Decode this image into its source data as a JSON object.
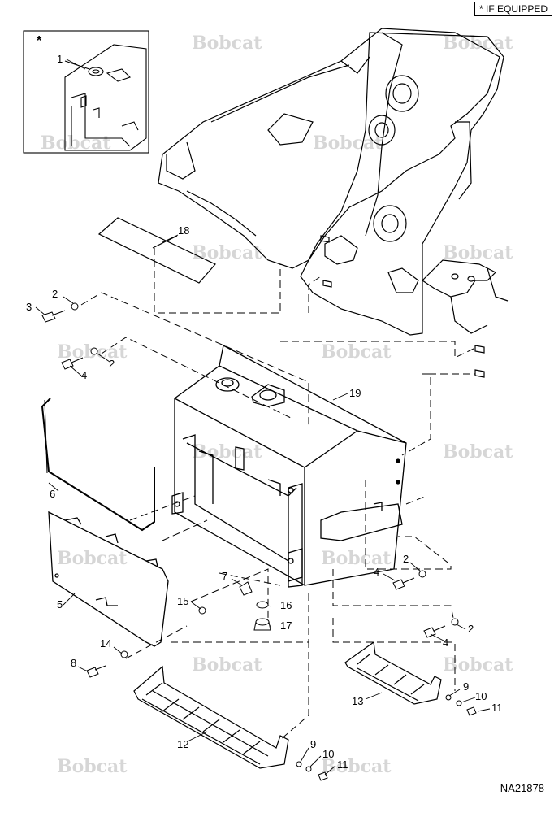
{
  "legend": {
    "symbol": "*",
    "label": "IF EQUIPPED"
  },
  "inset": {
    "marker": "*",
    "callout": "1"
  },
  "document_number": "NA21878",
  "watermark": "Bobcat",
  "callouts": {
    "c2a": "2",
    "c3": "3",
    "c2b": "2",
    "c4a": "4",
    "c18": "18",
    "c19": "19",
    "c6": "6",
    "c5": "5",
    "c7": "7",
    "c15": "15",
    "c16": "16",
    "c17": "17",
    "c2c": "2",
    "c4b": "4",
    "c2d": "2",
    "c4c": "4",
    "c14": "14",
    "c8": "8",
    "c13": "13",
    "c9a": "9",
    "c10a": "10",
    "c11a": "11",
    "c12": "12",
    "c9b": "9",
    "c10b": "10",
    "c11b": "11"
  },
  "colors": {
    "line": "#000000",
    "watermark": "#d6d6d6",
    "background": "#ffffff"
  }
}
